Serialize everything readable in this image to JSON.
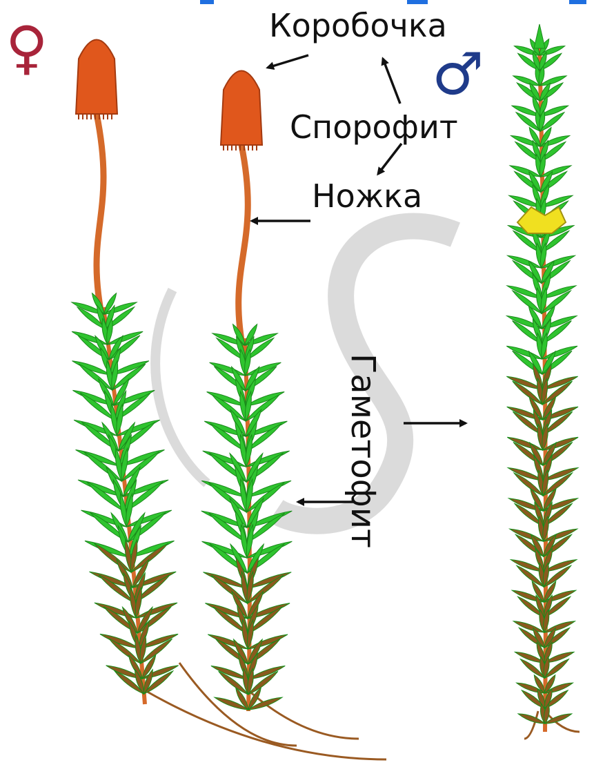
{
  "labels": {
    "capsule": "Коробочка",
    "sporophyte": "Спорофит",
    "seta": "Ножка",
    "gametophyte": "Гаметофит"
  },
  "symbols": {
    "female": "♀",
    "male": "♂"
  },
  "colors": {
    "leaf": "#2fc42f",
    "leaf_dark": "#1a8a1a",
    "old_leaf": "#8a5a1e",
    "stem": "#d56a2a",
    "capsule": "#e0571c",
    "antheridia": "#f0e020",
    "female_symbol": "#a8243a",
    "male_symbol": "#1f3b8a",
    "arrow": "#111111",
    "watermark": "#c8c8c8",
    "top_bar": "#1f6fe0"
  }
}
